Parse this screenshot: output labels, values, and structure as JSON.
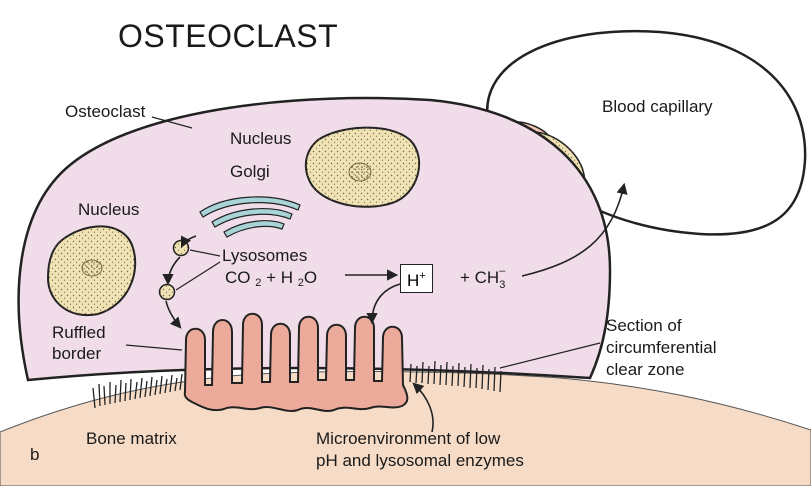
{
  "title": "OSTEOCLAST",
  "panel_letter": "b",
  "labels": {
    "osteoclast": "Osteoclast",
    "nucleus_top": "Nucleus",
    "golgi": "Golgi",
    "nucleus_left": "Nucleus",
    "lysosomes": "Lysosomes",
    "ruffled_line1": "Ruffled",
    "ruffled_line2": "border",
    "blood_capillary": "Blood capillary",
    "section_line1": "Section of",
    "section_line2": "circumferential",
    "section_line3": "clear zone",
    "bone_matrix": "Bone matrix",
    "micro_line1": "Microenvironment of low",
    "micro_line2": "pH and lysosomal enzymes"
  },
  "equation": {
    "co": "CO",
    "co_sub": "2",
    "plus1": "+ H",
    "h_sub": "2",
    "o": "O",
    "h": "H",
    "h_sup": "+",
    "plus2": "+ CH",
    "ch_sub": "3",
    "ch_sup": "–"
  },
  "colors": {
    "cell_fill": "#f1dde9",
    "bone_fill": "#f6dcc7",
    "ruffled_fill": "#ecaa9a",
    "nucleus_fill": "#efe2b4",
    "golgi_fill": "#a8d4d8"
  }
}
